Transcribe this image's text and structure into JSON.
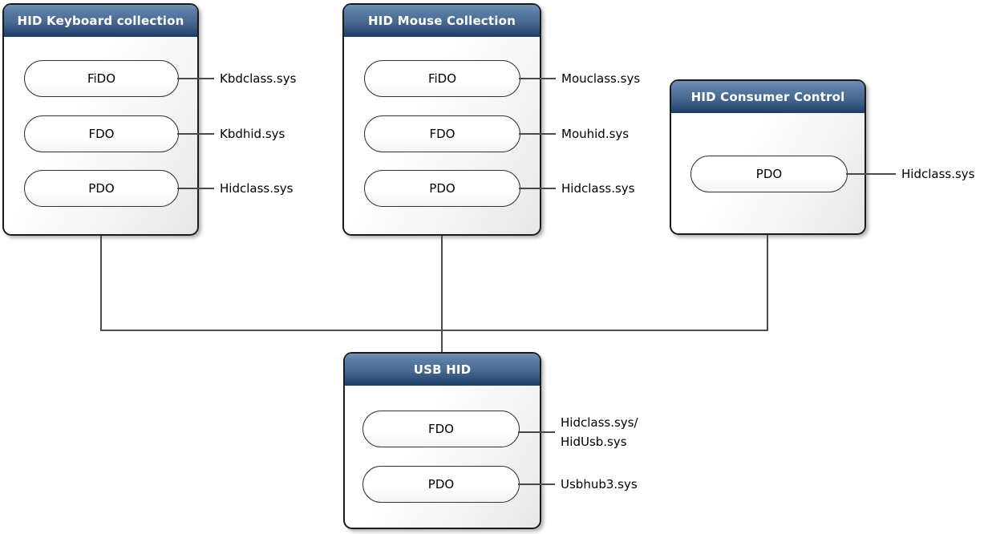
{
  "diagram": {
    "description": "HID driver stack diagram",
    "colors": {
      "header_gradient_top": "#7190b2",
      "header_gradient_bottom": "#1d3c63",
      "header_text": "#ffffff",
      "body_gradient_light": "#ffffff",
      "body_gradient_dark": "#e6e6e6",
      "box_border": "#1a1a1a",
      "pill_border": "#333333",
      "connector_line": "#4a4a4a",
      "annotation_text": "#000000"
    },
    "nodes": [
      {
        "title": "HID Keyboard collection",
        "pills": [
          {
            "label": "FiDO",
            "annotation": "Kbdclass.sys"
          },
          {
            "label": "FDO",
            "annotation": "Kbdhid.sys"
          },
          {
            "label": "PDO",
            "annotation": "Hidclass.sys"
          }
        ]
      },
      {
        "title": "HID Mouse Collection",
        "pills": [
          {
            "label": "FiDO",
            "annotation": "Mouclass.sys"
          },
          {
            "label": "FDO",
            "annotation": "Mouhid.sys"
          },
          {
            "label": "PDO",
            "annotation": "Hidclass.sys"
          }
        ]
      },
      {
        "title": "HID Consumer Control",
        "pills": [
          {
            "label": "PDO",
            "annotation": "Hidclass.sys"
          }
        ]
      },
      {
        "title": "USB HID",
        "pills": [
          {
            "label": "FDO",
            "annotation_lines": [
              "Hidclass.sys/",
              "HidUsb.sys"
            ]
          },
          {
            "label": "PDO",
            "annotation": "Usbhub3.sys"
          }
        ]
      }
    ]
  }
}
